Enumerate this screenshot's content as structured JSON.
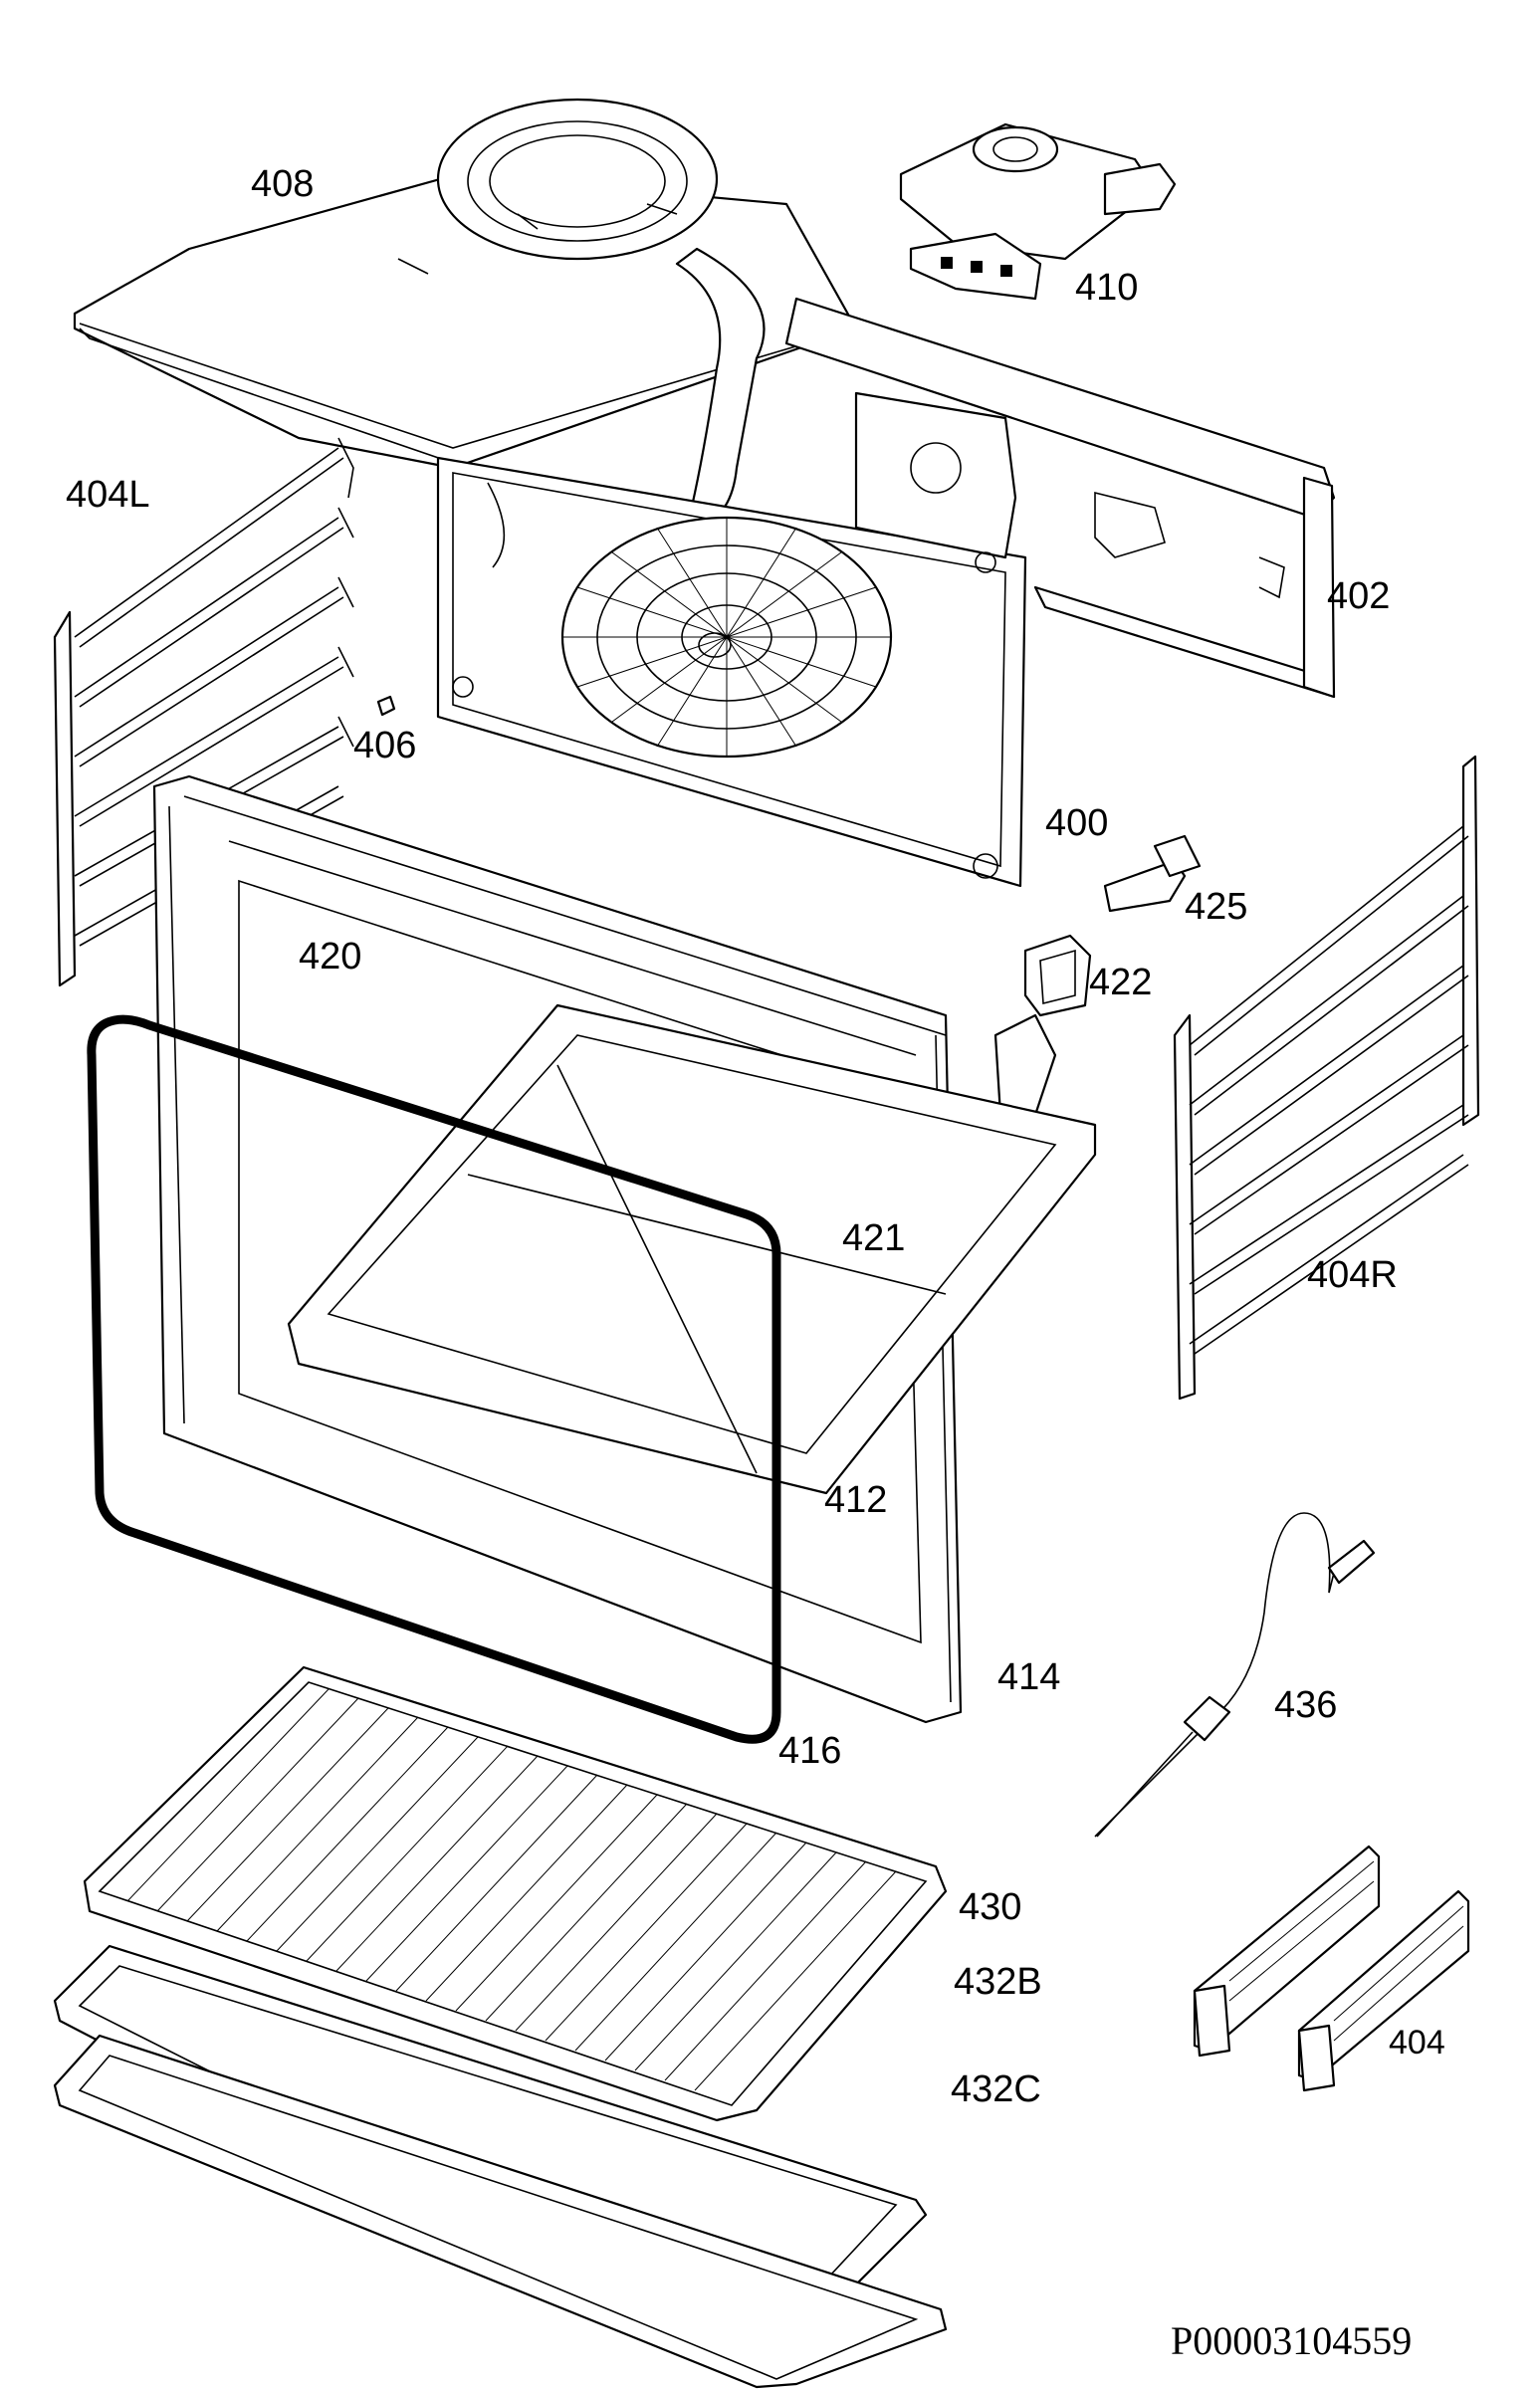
{
  "diagram": {
    "document_id": "P00003104559",
    "callouts": [
      {
        "id": "408",
        "label": "408"
      },
      {
        "id": "410",
        "label": "410"
      },
      {
        "id": "404L",
        "label": "404L"
      },
      {
        "id": "402",
        "label": "402"
      },
      {
        "id": "406",
        "label": "406"
      },
      {
        "id": "400",
        "label": "400"
      },
      {
        "id": "425",
        "label": "425"
      },
      {
        "id": "420",
        "label": "420"
      },
      {
        "id": "422",
        "label": "422"
      },
      {
        "id": "421",
        "label": "421"
      },
      {
        "id": "404R",
        "label": "404R"
      },
      {
        "id": "412",
        "label": "412"
      },
      {
        "id": "414",
        "label": "414"
      },
      {
        "id": "436",
        "label": "436"
      },
      {
        "id": "416",
        "label": "416"
      },
      {
        "id": "430",
        "label": "430"
      },
      {
        "id": "432B",
        "label": "432B"
      },
      {
        "id": "404",
        "label": "404"
      },
      {
        "id": "432C",
        "label": "432C"
      }
    ]
  }
}
